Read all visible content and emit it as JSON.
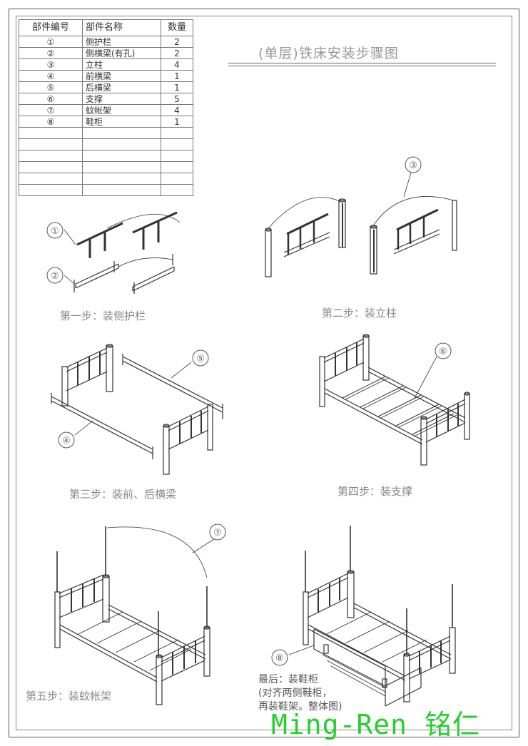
{
  "table": {
    "headers": [
      "部件编号",
      "部件名称",
      "数量"
    ],
    "rows": [
      [
        "①",
        "侧护栏",
        "2"
      ],
      [
        "②",
        "侧横梁(有孔)",
        "2"
      ],
      [
        "③",
        "立柱",
        "4"
      ],
      [
        "④",
        "前横梁",
        "1"
      ],
      [
        "⑤",
        "后横梁",
        "1"
      ],
      [
        "⑥",
        "支撑",
        "5"
      ],
      [
        "⑦",
        "蚊帐架",
        "4"
      ],
      [
        "⑧",
        "鞋柜",
        "1"
      ],
      [
        "",
        "",
        ""
      ],
      [
        "",
        "",
        ""
      ],
      [
        "",
        "",
        ""
      ],
      [
        "",
        "",
        ""
      ],
      [
        "",
        "",
        ""
      ],
      [
        "",
        "",
        ""
      ]
    ]
  },
  "title": "(单层)铁床安装步骤图",
  "callouts": {
    "c1": "①",
    "c2": "②",
    "c3": "③",
    "c4": "④",
    "c5": "⑤",
    "c6": "⑥",
    "c7": "⑦",
    "c8": "⑧"
  },
  "steps": {
    "step1": "第一步：装侧护栏",
    "step2": "第二步：装立柱",
    "step3": "第三步：装前、后横梁",
    "step4": "第四步：装支撑",
    "step5": "第五步：装蚊帐架",
    "step6_line1": "最后：装鞋柜",
    "step6_line2": "(对齐两侧鞋柜，",
    "step6_line3": "再装鞋架。整体图)"
  },
  "watermark": "Ming-Ren 铭仁",
  "colors": {
    "line": "#333333",
    "watermark": "#22d22a",
    "caption": "#888888"
  }
}
